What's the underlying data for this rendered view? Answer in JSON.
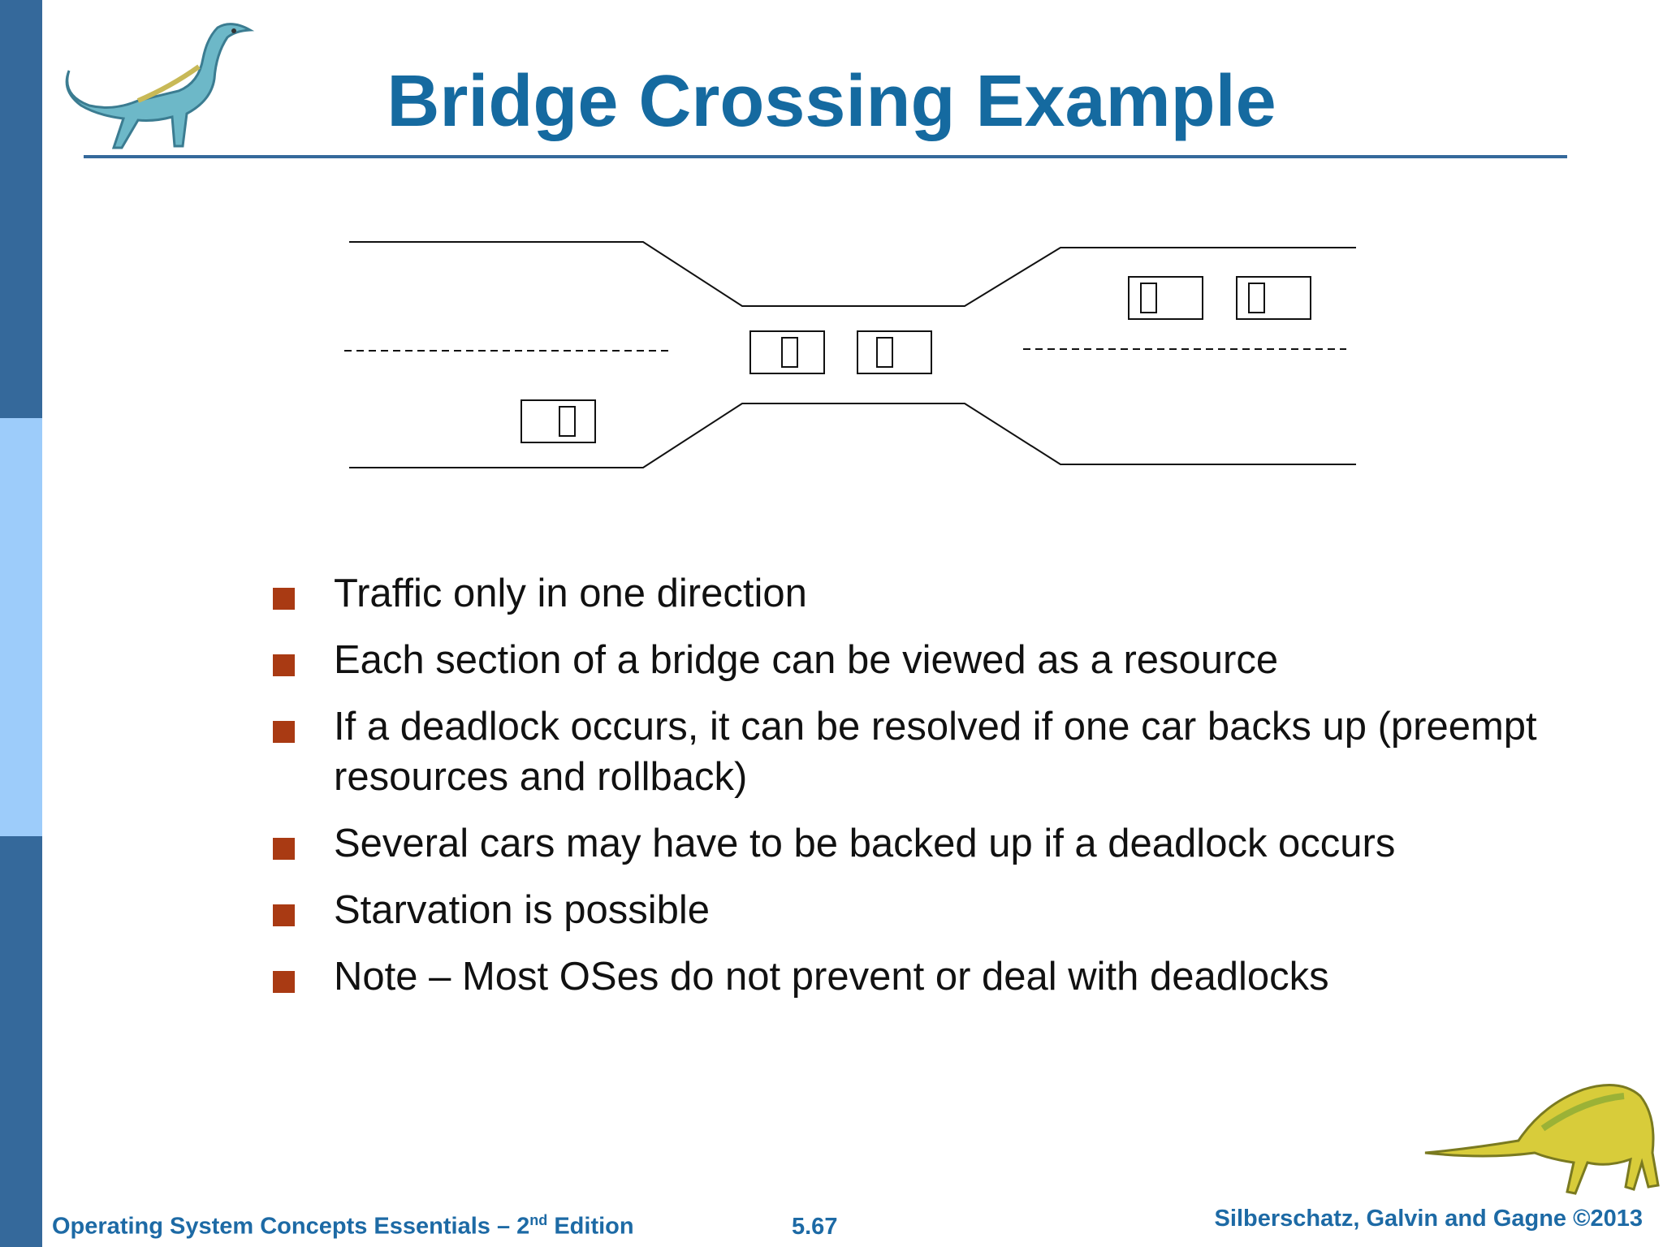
{
  "slide": {
    "title": "Bridge Crossing Example",
    "bullets": [
      "Traffic only in one direction",
      "Each section of a bridge can be viewed as a resource",
      "If a deadlock occurs, it can be resolved if one car backs up (preempt resources and rollback)",
      "Several cars may have to be backed up if a deadlock occurs",
      "Starvation is possible",
      "Note – Most OSes do not prevent or deal with deadlocks"
    ]
  },
  "footer": {
    "book_prefix": "Operating System Concepts Essentials – 2",
    "book_sup": "nd",
    "book_suffix": " Edition",
    "page_number": "5.67",
    "authors": "Silberschatz, Galvin and Gagne ©2013"
  },
  "colors": {
    "title": "#156aa0",
    "sidebar_dark": "#35699b",
    "sidebar_light": "#9dccfa",
    "bullet": "#a93a13",
    "footer_text": "#1d6aa5"
  },
  "icons": {
    "logo_top": "dinosaur-logo",
    "logo_bottom": "dinosaur-logo",
    "car": "car-icon"
  }
}
